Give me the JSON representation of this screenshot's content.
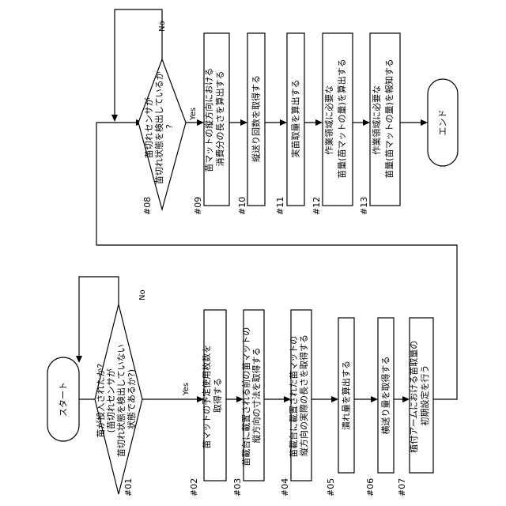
{
  "flowchart": {
    "start": "スタート",
    "end": "エンド",
    "yes": "Yes",
    "no": "No",
    "steps": {
      "s01": {
        "id": "#01",
        "lines": [
          "苗が投入されたか?",
          "(苗切れセンサが",
          "苗切れ状態を検出していない",
          "状態であるか?)"
        ]
      },
      "s02": {
        "id": "#02",
        "lines": [
          "苗マットの予定使用枚数を",
          "取得する"
        ]
      },
      "s03": {
        "id": "#03",
        "lines": [
          "苗載台に載置される前の苗マットの",
          "縦方向の寸法を取得する"
        ]
      },
      "s04": {
        "id": "#04",
        "lines": [
          "苗載台に載置された苗マットの",
          "縦方向の実際の長さを取得する"
        ]
      },
      "s05": {
        "id": "#05",
        "lines": [
          "潰れ量を算出する"
        ]
      },
      "s06": {
        "id": "#06",
        "lines": [
          "横送り量を取得する"
        ]
      },
      "s07": {
        "id": "#07",
        "lines": [
          "植付アームにおける苗取量の",
          "初期設定を行う"
        ]
      },
      "s08": {
        "id": "#08",
        "lines": [
          "苗切れセンサが",
          "苗切れ状態を検出しているか",
          "?"
        ]
      },
      "s09": {
        "id": "#09",
        "lines": [
          "苗マットの縦方向における",
          "消費分の長さを算出する"
        ]
      },
      "s10": {
        "id": "#10",
        "lines": [
          "縦送り回数を取得する"
        ]
      },
      "s11": {
        "id": "#11",
        "lines": [
          "実苗取量を算出する"
        ]
      },
      "s12": {
        "id": "#12",
        "lines": [
          "作業領域に必要な",
          "苗量(苗マットの量)を算出する"
        ]
      },
      "s13": {
        "id": "#13",
        "lines": [
          "作業領域に必要な",
          "苗量(苗マットの量)を報知する"
        ]
      }
    }
  }
}
